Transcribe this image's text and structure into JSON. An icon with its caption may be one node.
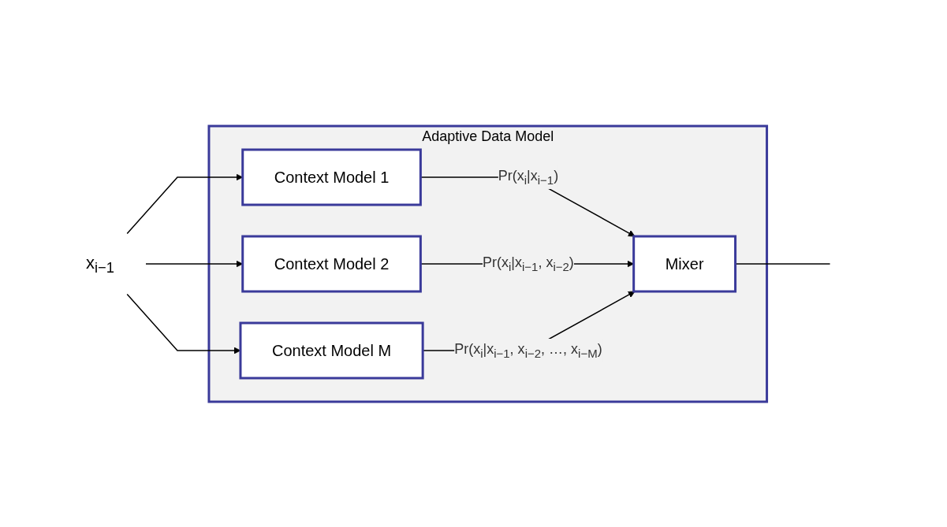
{
  "diagram": {
    "nodes": [
      {
        "text": [
          "Adaptive Data Model"
        ]
      },
      {
        "text": [
          "Context Model 1"
        ],
        "in": 0
      },
      {
        "text": [
          "Context Model 2"
        ],
        "in": 0
      },
      {
        "text": [
          "Context Model M"
        ],
        "in": 0
      },
      {
        "text": [
          "Mixer"
        ],
        "in": 0
      },
      {
        "text": [
          "x$_{i−1}$"
        ]
      }
    ],
    "edges": [
      {
        "from": 5,
        "to": 1,
        "arrow": "to"
      },
      {
        "from": 5,
        "to": 2,
        "arrow": "to"
      },
      {
        "from": 5,
        "to": 3,
        "arrow": "to"
      },
      {
        "from": 1,
        "to": 4,
        "arrow": "to",
        "label": "Pr(x$_{i}$|x$_{i−1}$)"
      },
      {
        "from": 2,
        "to": 4,
        "arrow": "to",
        "label": "Pr(x$_{i}$|x$_{i−1}$, x$_{i−2}$)"
      },
      {
        "from": 3,
        "to": 4,
        "arrow": "to",
        "label": "Pr(x$_{i}$|x$_{i−1}$, x$_{i−2}$, …, x$_{i−M}$)"
      },
      {
        "from": 4,
        "to": null,
        "arrow": "none"
      }
    ]
  }
}
